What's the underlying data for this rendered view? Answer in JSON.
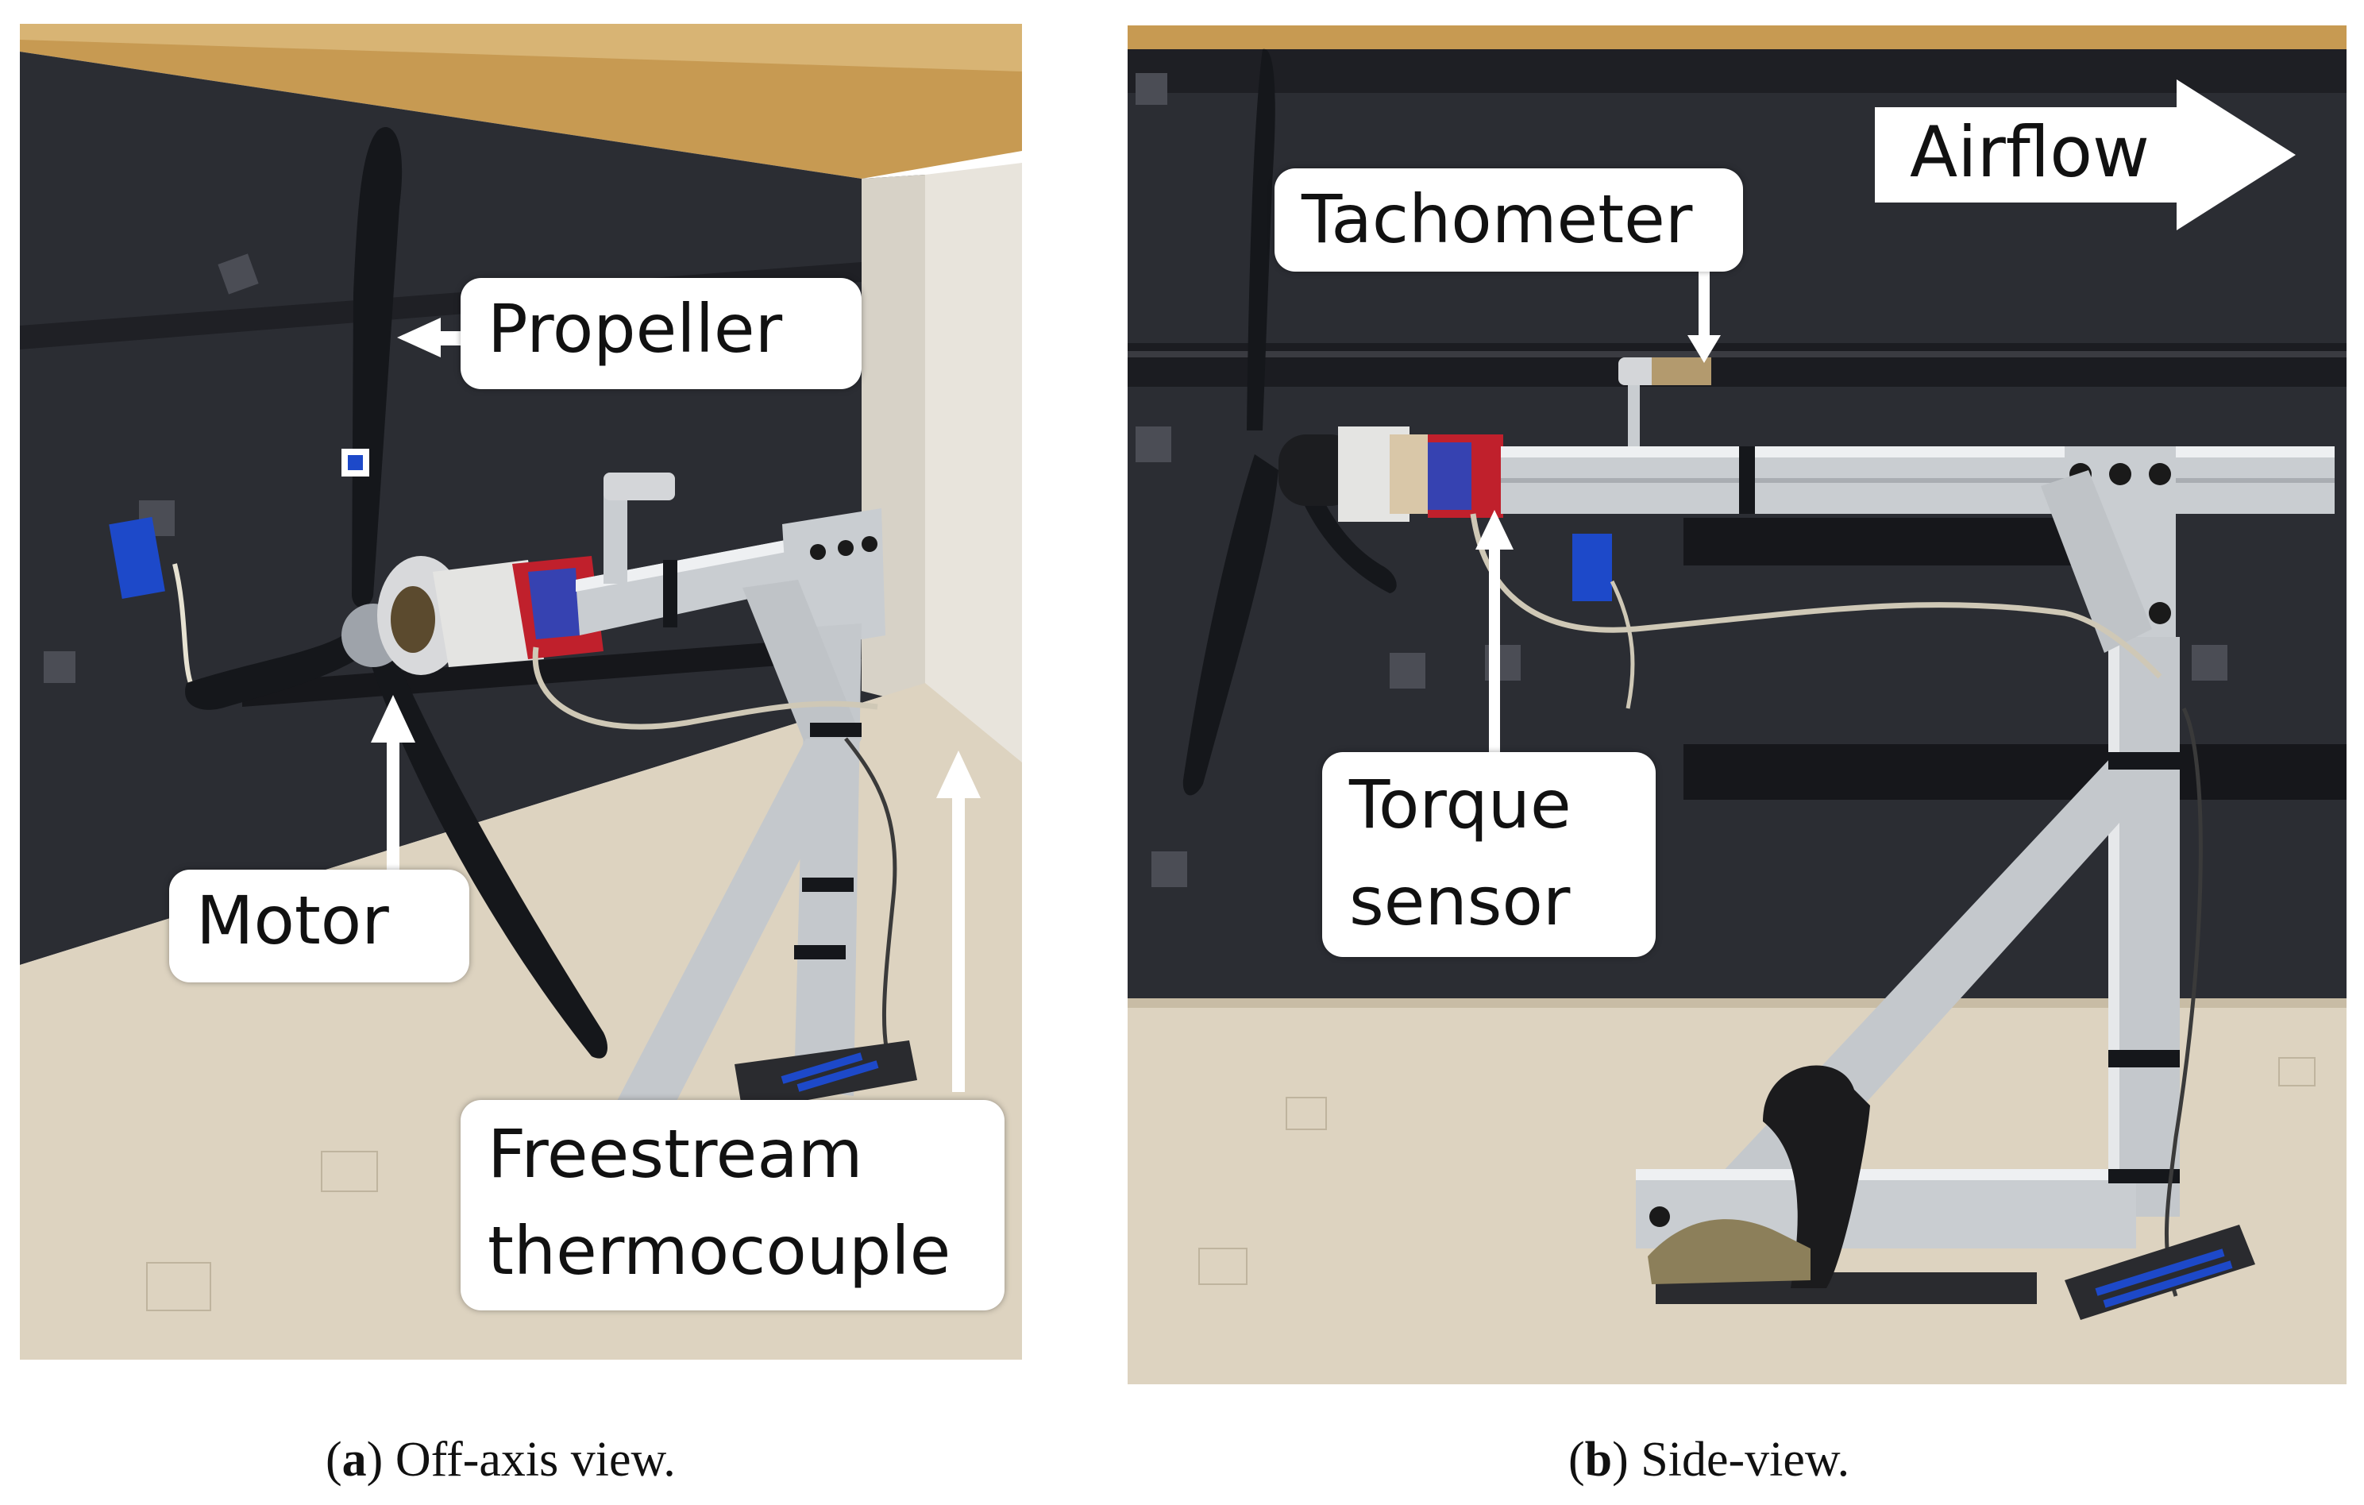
{
  "panel_a": {
    "labels": {
      "propeller": "Propeller",
      "motor": "Motor",
      "thermocouple_line1": "Freestream",
      "thermocouple_line2": "thermocouple"
    },
    "caption": {
      "letter": "a",
      "text": "Off-axis view."
    }
  },
  "panel_b": {
    "labels": {
      "tachometer": "Tachometer",
      "airflow": "Airflow",
      "torque_line1": "Torque",
      "torque_line2": "sensor"
    },
    "caption": {
      "letter": "b",
      "text": "Side-view."
    }
  },
  "colors": {
    "wall": "#2b2d33",
    "floor": "#ddd3c0",
    "ceiling_wood": "#c79a52",
    "aluminum": "#c9cdd1",
    "propeller": "#15171b",
    "torque_red": "#c0202c",
    "tape_blue": "#1d49c9"
  }
}
